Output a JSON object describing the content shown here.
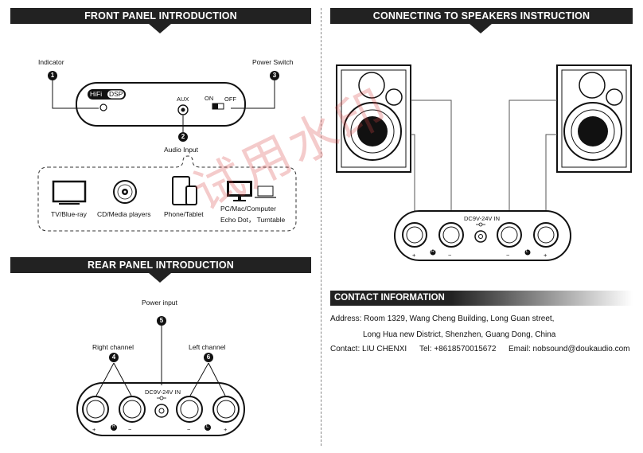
{
  "front_panel": {
    "title": "FRONT PANEL INTRODUCTION",
    "indicator_label": "Indicator",
    "power_switch_label": "Power Switch",
    "audio_input_label": "Audio Input",
    "hifi_text": "HiFi",
    "dsp_text": "DSP",
    "aux_text": "AUX",
    "on_text": "ON",
    "off_text": "OFF",
    "callouts": [
      "1",
      "2",
      "3"
    ],
    "sources": [
      {
        "label": "TV/Blue-ray",
        "icon": "tv-icon"
      },
      {
        "label": "CD/Media players",
        "icon": "cd-icon"
      },
      {
        "label": "Phone/Tablet",
        "icon": "phone-tablet-icon"
      },
      {
        "label": "PC/Mac/Computer",
        "icon": "computer-icon"
      },
      {
        "label": "Echo Dot， Turntable",
        "icon": "laptop-icon"
      }
    ]
  },
  "rear_panel": {
    "title": "REAR PANEL INTRODUCTION",
    "power_input_label": "Power input",
    "right_channel_label": "Right channel",
    "left_channel_label": "Left channel",
    "dc_text": "DC9V-24V IN",
    "callouts": [
      "4",
      "5",
      "6"
    ],
    "plus": "+",
    "minus": "−",
    "r_mark": "R",
    "l_mark": "L"
  },
  "speakers": {
    "title": "CONNECTING TO SPEAKERS INSTRUCTION",
    "dc_text": "DC9V-24V IN",
    "plus": "+",
    "minus": "−",
    "r_mark": "R",
    "l_mark": "L"
  },
  "contact": {
    "title": "CONTACT INFORMATION",
    "address_line1": "Address: Room 1329, Wang Cheng Building, Long Guan street,",
    "address_line2": "Long Hua new District, Shenzhen, Guang Dong, China",
    "contact_name": "Contact: LIU CHENXI",
    "tel": "Tel: +8618570015672",
    "email": "Email: nobsound@doukaudio.com"
  },
  "watermark": "试用水印",
  "colors": {
    "header_bg": "#222222",
    "watermark": "#d74646"
  }
}
